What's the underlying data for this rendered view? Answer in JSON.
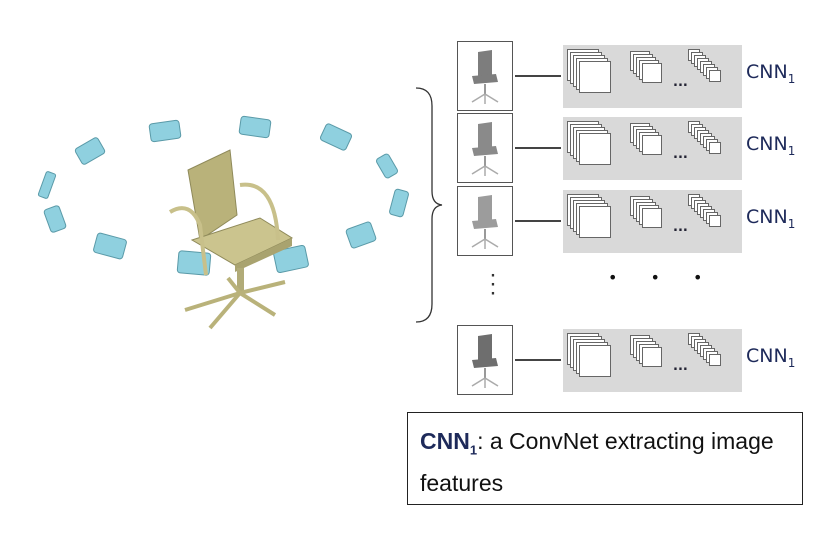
{
  "diagram": {
    "views": [
      {
        "label": "CNN",
        "subscript": "1"
      },
      {
        "label": "CNN",
        "subscript": "1"
      },
      {
        "label": "CNN",
        "subscript": "1"
      },
      {
        "label": "CNN",
        "subscript": "1"
      }
    ],
    "ellipsis_horizontal": "• • •",
    "ellipsis_vertical": "⋮",
    "feature_ellipsis": "...",
    "legend": {
      "term": "CNN",
      "subscript": "1",
      "definition": ": a ConvNet extracting image features"
    },
    "colors": {
      "cnn_label": "#1e2a5a",
      "camera": "#8fd0df",
      "chair": "#c8c08a",
      "panel": "#d9d9d9"
    },
    "icons": [
      "chair-3d-icon",
      "camera-icon",
      "chair-view-thumbnail-icon",
      "feature-map-stack-icon"
    ]
  }
}
